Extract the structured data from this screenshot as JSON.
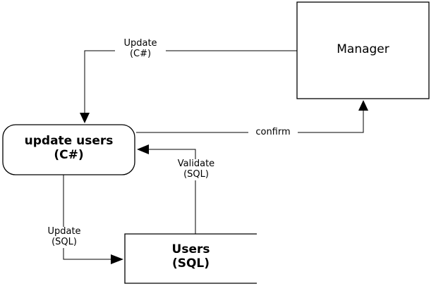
{
  "nodes": {
    "manager": {
      "label": "Manager"
    },
    "update_users": {
      "line1": "update users",
      "line2": "(C#)"
    },
    "users": {
      "line1": "Users",
      "line2": "(SQL)"
    }
  },
  "edges": {
    "update_csharp": {
      "line1": "Update",
      "line2": "(C#)"
    },
    "confirm": {
      "label": "confirm"
    },
    "validate_sql": {
      "line1": "Validate",
      "line2": "(SQL)"
    },
    "update_sql": {
      "line1": "Update",
      "line2": "(SQL)"
    }
  }
}
